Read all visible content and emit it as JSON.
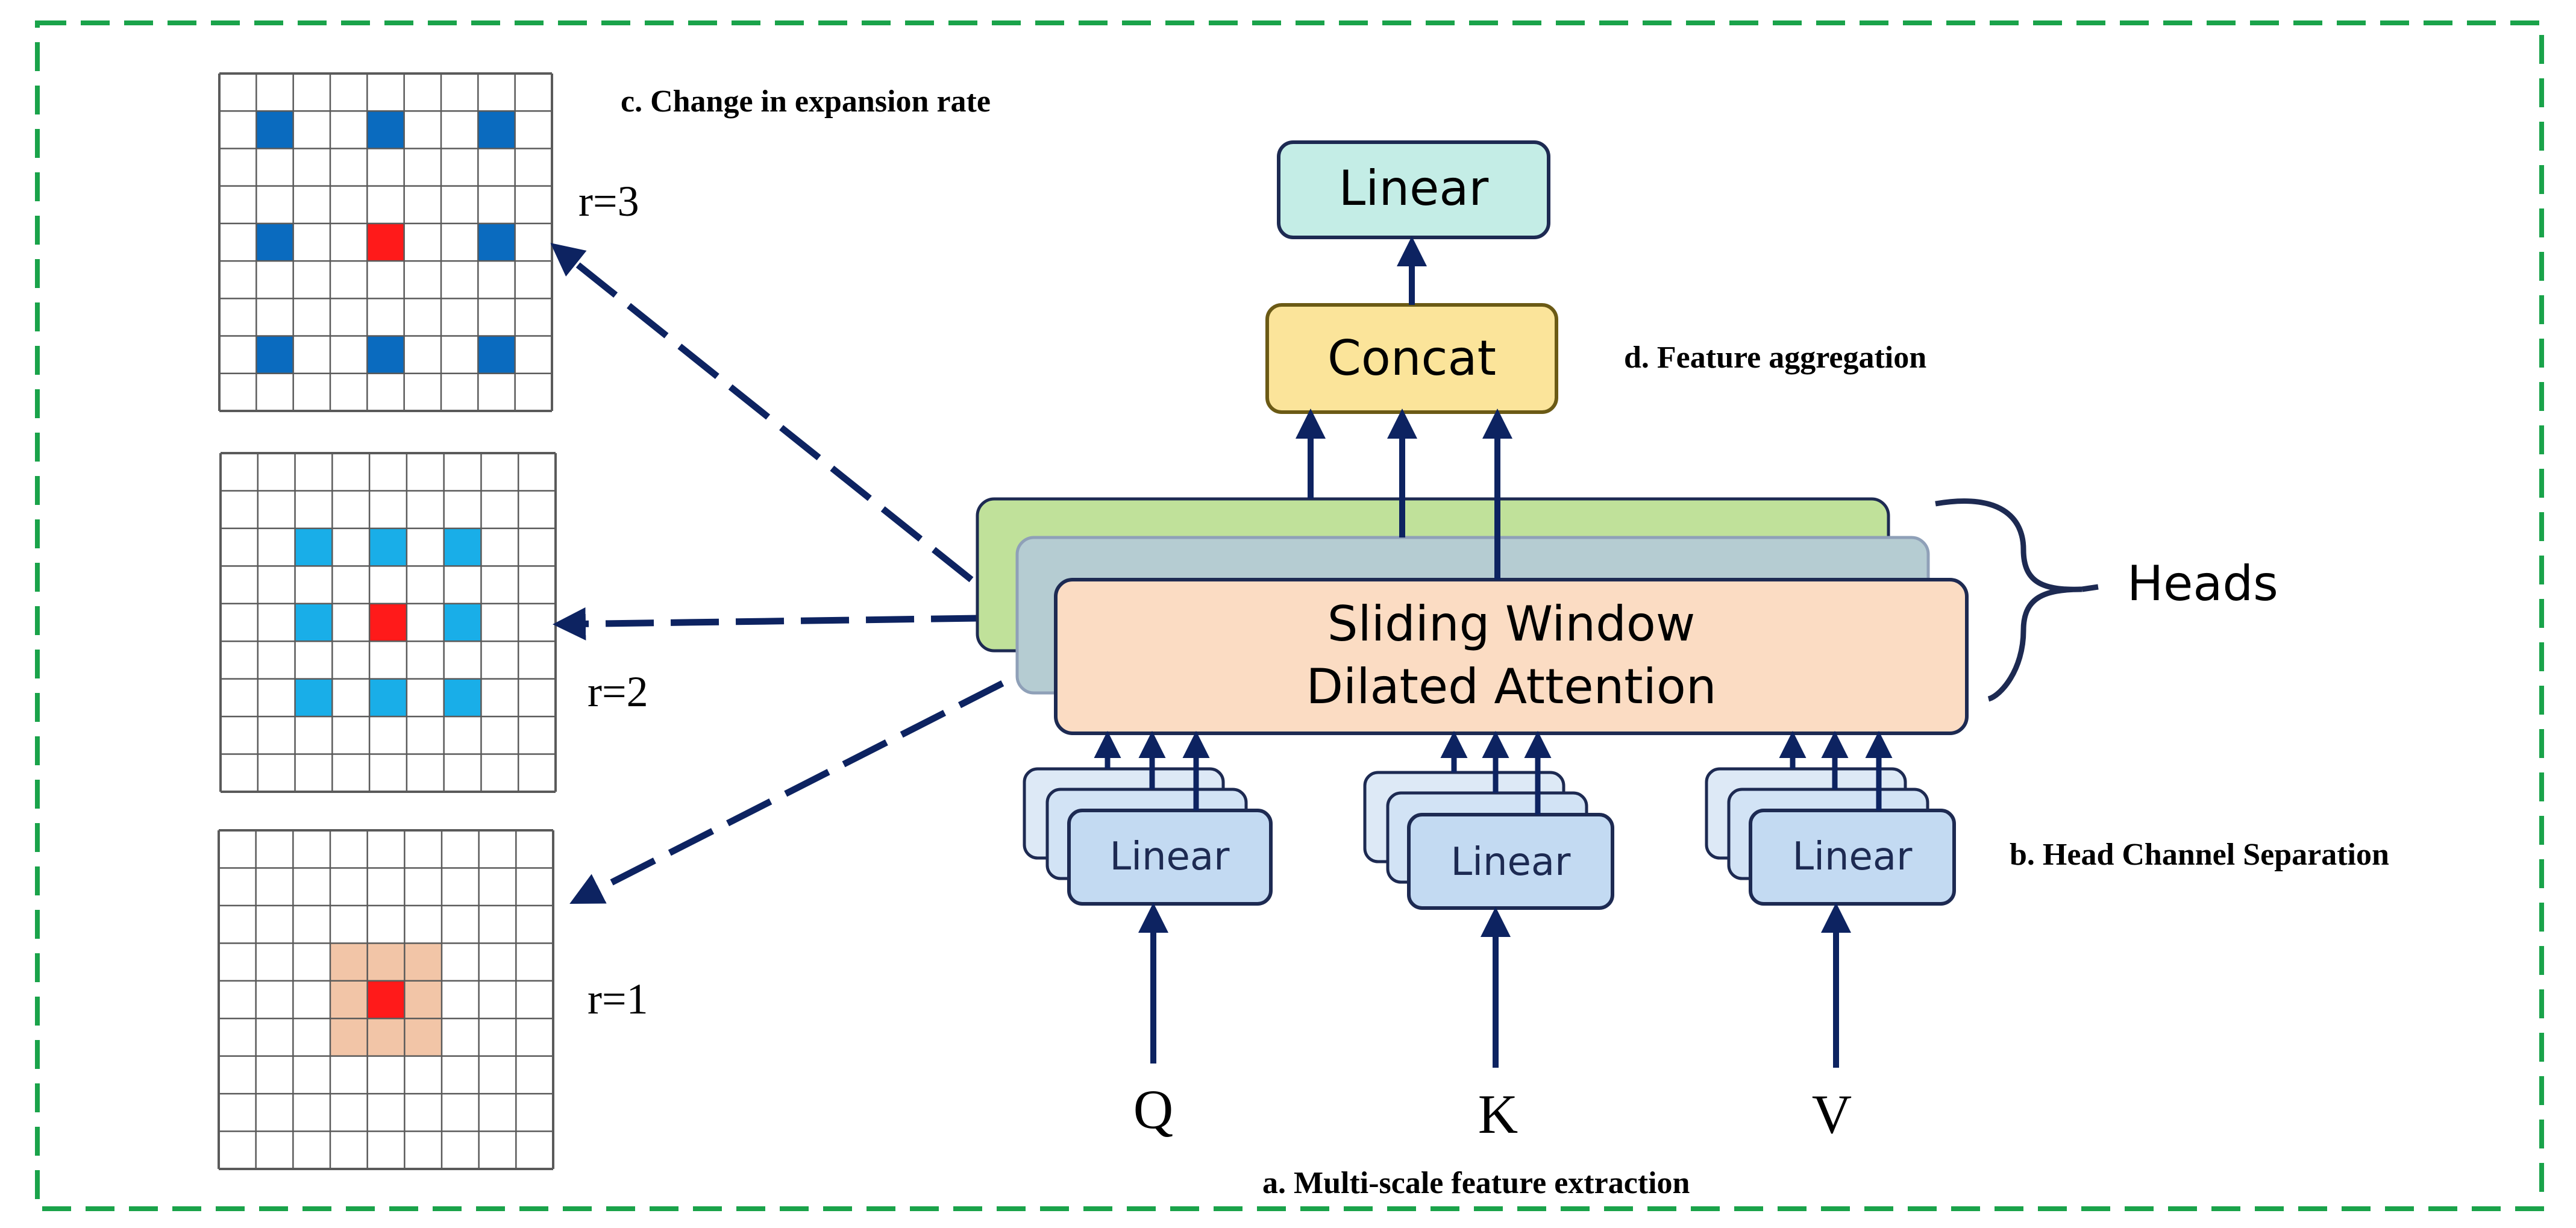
{
  "colors": {
    "border_green": "#1aa34a",
    "arrow_navy": "#0d2361",
    "grid_dark_blue": "#0a6bbf",
    "grid_light_blue": "#19aee8",
    "grid_center_red": "#ff1a1a",
    "grid_peach": "#f2c5a7",
    "linear_top_fill": "#c4ede6",
    "concat_fill": "#fbe49a",
    "attention_fill": "#fbdcc3",
    "head_back_fill": "#c0e19a",
    "head_mid_fill": "#b5ccd2",
    "linear_small_fill": "#c3daf2"
  },
  "grids": [
    {
      "label": "r=3",
      "rate": 3
    },
    {
      "label": "r=2",
      "rate": 2
    },
    {
      "label": "r=1",
      "rate": 1
    }
  ],
  "annotations": {
    "c": "c. Change in expansion rate",
    "d": "d. Feature aggregation",
    "b": "b. Head Channel Separation",
    "a": "a. Multi-scale feature extraction"
  },
  "blocks": {
    "linear_top": "Linear",
    "concat": "Concat",
    "attention_line1": "Sliding Window",
    "attention_line2": "Dilated Attention",
    "heads": "Heads",
    "linear_q": "Linear",
    "linear_k": "Linear",
    "linear_v": "Linear"
  },
  "inputs": {
    "q": "Q",
    "k": "K",
    "v": "V"
  },
  "icons": {
    "brace": "right-curly-brace-icon"
  }
}
